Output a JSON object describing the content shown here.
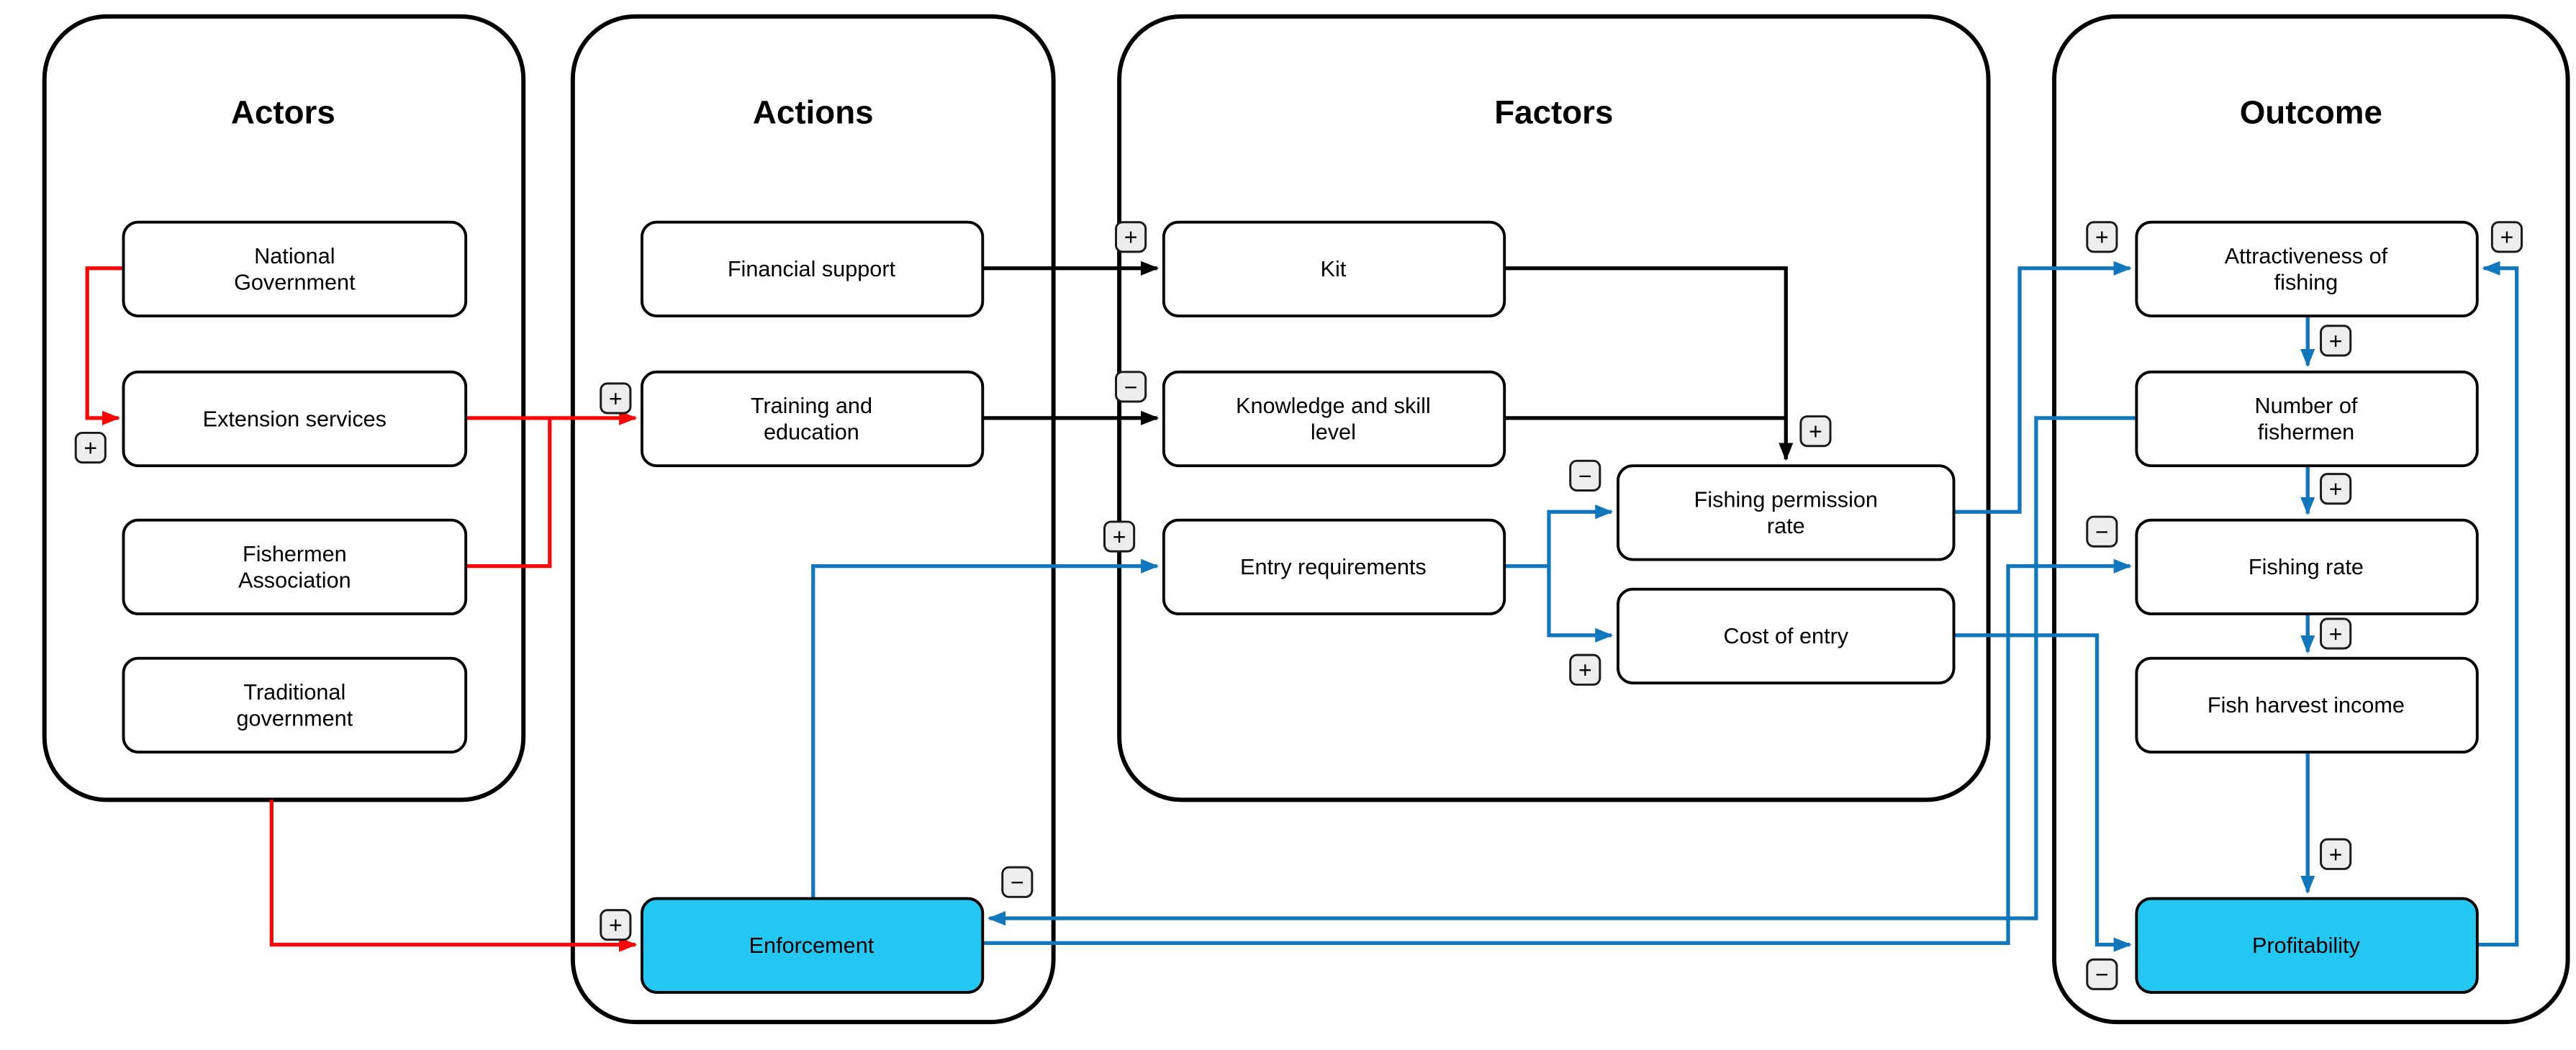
{
  "diagram": {
    "background": "#ffffff",
    "colors": {
      "red_edge": "#f90606",
      "blue_edge": "#1077bd",
      "black_edge": "#000000",
      "highlight_fill": "#22c7f2",
      "badge_fill": "#ededed"
    },
    "groups": {
      "actors": {
        "title": "Actors"
      },
      "actions": {
        "title": "Actions"
      },
      "factors": {
        "title": "Factors"
      },
      "outcome": {
        "title": "Outcome"
      }
    },
    "nodes": {
      "national_government": {
        "lines": [
          "National",
          "Government"
        ],
        "highlighted": false
      },
      "extension_services": {
        "lines": [
          "Extension services"
        ],
        "highlighted": false
      },
      "fishermen_association": {
        "lines": [
          "Fishermen",
          "Association"
        ],
        "highlighted": false
      },
      "traditional_government": {
        "lines": [
          "Traditional",
          "government"
        ],
        "highlighted": false
      },
      "financial_support": {
        "lines": [
          "Financial support"
        ],
        "highlighted": false
      },
      "training_and_education": {
        "lines": [
          "Training and",
          "education"
        ],
        "highlighted": false
      },
      "enforcement": {
        "lines": [
          "Enforcement"
        ],
        "highlighted": true
      },
      "kit": {
        "lines": [
          "Kit"
        ],
        "highlighted": false
      },
      "knowledge_and_skill_level": {
        "lines": [
          "Knowledge and skill",
          "level"
        ],
        "highlighted": false
      },
      "entry_requirements": {
        "lines": [
          "Entry requirements"
        ],
        "highlighted": false
      },
      "fishing_permission_rate": {
        "lines": [
          "Fishing permission",
          "rate"
        ],
        "highlighted": false
      },
      "cost_of_entry": {
        "lines": [
          "Cost of entry"
        ],
        "highlighted": false
      },
      "attractiveness_of_fishing": {
        "lines": [
          "Attractiveness of",
          "fishing"
        ],
        "highlighted": false
      },
      "number_of_fishermen": {
        "lines": [
          "Number of",
          "fishermen"
        ],
        "highlighted": false
      },
      "fishing_rate": {
        "lines": [
          "Fishing rate"
        ],
        "highlighted": false
      },
      "fish_harvest_income": {
        "lines": [
          "Fish harvest income"
        ],
        "highlighted": false
      },
      "profitability": {
        "lines": [
          "Profitability"
        ],
        "highlighted": true
      }
    },
    "badges": {
      "ext_plus": "+",
      "training_plus": "+",
      "enforcement_plus": "+",
      "enforcement_minus": "−",
      "kit_plus": "+",
      "knowledge_minus": "−",
      "entry_plus": "+",
      "fpr_left_minus": "−",
      "fpr_top_plus": "+",
      "coe_plus": "+",
      "at_left_plus": "+",
      "at_right_plus": "+",
      "at_nf_plus": "+",
      "nf_fr_plus": "+",
      "fr_left_minus": "−",
      "fr_fhi_plus": "+",
      "fhi_pr_plus": "+",
      "pr_left_minus": "−"
    },
    "edges": [
      {
        "from": "national_government",
        "to": "extension_services",
        "polarity": "+",
        "color": "red"
      },
      {
        "from": "extension_services",
        "to": "training_and_education",
        "polarity": "+",
        "color": "red"
      },
      {
        "from": "fishermen_association",
        "to": "training_and_education",
        "polarity": "+",
        "color": "red"
      },
      {
        "from": "actors_group",
        "to": "enforcement",
        "polarity": "+",
        "color": "red"
      },
      {
        "from": "financial_support",
        "to": "kit",
        "polarity": "+",
        "color": "black"
      },
      {
        "from": "training_and_education",
        "to": "knowledge_and_skill_level",
        "polarity": "-",
        "color": "black"
      },
      {
        "from": "kit",
        "to": "fishing_permission_rate",
        "polarity": "+",
        "color": "black"
      },
      {
        "from": "knowledge_and_skill_level",
        "to": "fishing_permission_rate",
        "polarity": "+",
        "color": "black"
      },
      {
        "from": "enforcement",
        "to": "entry_requirements",
        "polarity": "+",
        "color": "blue"
      },
      {
        "from": "entry_requirements",
        "to": "fishing_permission_rate",
        "polarity": "-",
        "color": "blue"
      },
      {
        "from": "entry_requirements",
        "to": "cost_of_entry",
        "polarity": "+",
        "color": "blue"
      },
      {
        "from": "fishing_permission_rate",
        "to": "attractiveness_of_fishing",
        "polarity": "+",
        "color": "blue"
      },
      {
        "from": "cost_of_entry",
        "to": "profitability",
        "polarity": "-",
        "color": "blue"
      },
      {
        "from": "number_of_fishermen",
        "to": "enforcement",
        "polarity": "-",
        "color": "blue"
      },
      {
        "from": "enforcement",
        "to": "fishing_rate",
        "polarity": "-",
        "color": "blue"
      },
      {
        "from": "attractiveness_of_fishing",
        "to": "number_of_fishermen",
        "polarity": "+",
        "color": "blue"
      },
      {
        "from": "number_of_fishermen",
        "to": "fishing_rate",
        "polarity": "+",
        "color": "blue"
      },
      {
        "from": "fishing_rate",
        "to": "fish_harvest_income",
        "polarity": "+",
        "color": "blue"
      },
      {
        "from": "fish_harvest_income",
        "to": "profitability",
        "polarity": "+",
        "color": "blue"
      },
      {
        "from": "profitability",
        "to": "attractiveness_of_fishing",
        "polarity": "+",
        "color": "blue"
      }
    ]
  }
}
